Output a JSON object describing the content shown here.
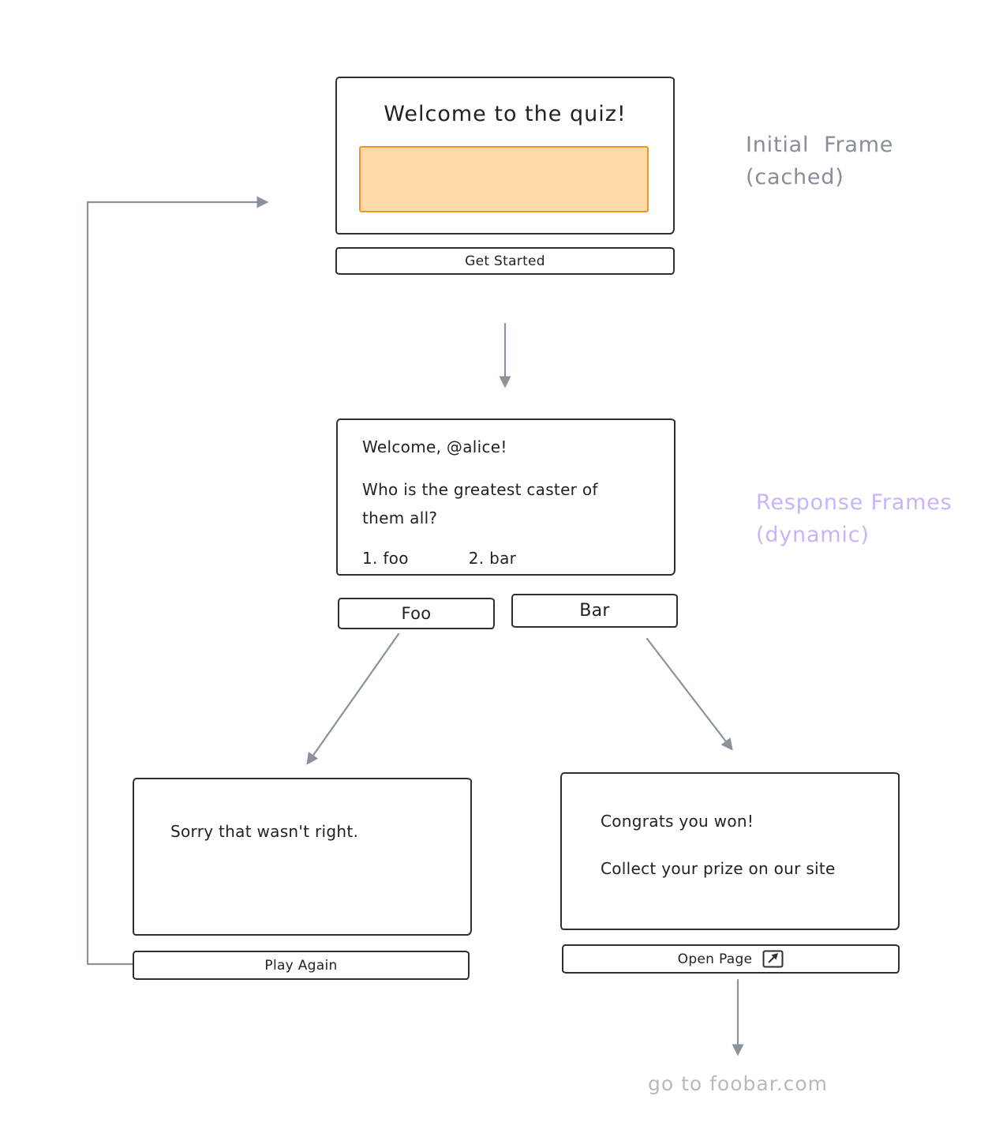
{
  "colors": {
    "box_border": "#2c2f33",
    "text": "#1f2124",
    "arrow": "#8a929c",
    "label_gray": "#868e98",
    "label_purple": "#c9b3fa",
    "footer_gray": "#b6babf",
    "image_fill": "#ffd9a8",
    "image_stroke": "#ef9527"
  },
  "initial_frame": {
    "title": "Welcome to the quiz!",
    "button_label": "Get Started"
  },
  "question_frame": {
    "greeting": "Welcome, @alice!",
    "question": "Who is the greatest caster of\nthem all?",
    "option_1": "1. foo",
    "option_2": "2. bar",
    "foo_button_label": "Foo",
    "bar_button_label": "Bar"
  },
  "sorry_frame": {
    "message": "Sorry that wasn't right.",
    "button_label": "Play Again"
  },
  "congrats_frame": {
    "message_1": "Congrats you won!",
    "message_2": "Collect your prize on our site",
    "button_label": "Open Page",
    "button_icon": "external-link"
  },
  "annotations": {
    "initial": "Initial  Frame\n(cached)",
    "response": "Response Frames\n(dynamic)",
    "footer": "go to foobar.com"
  }
}
